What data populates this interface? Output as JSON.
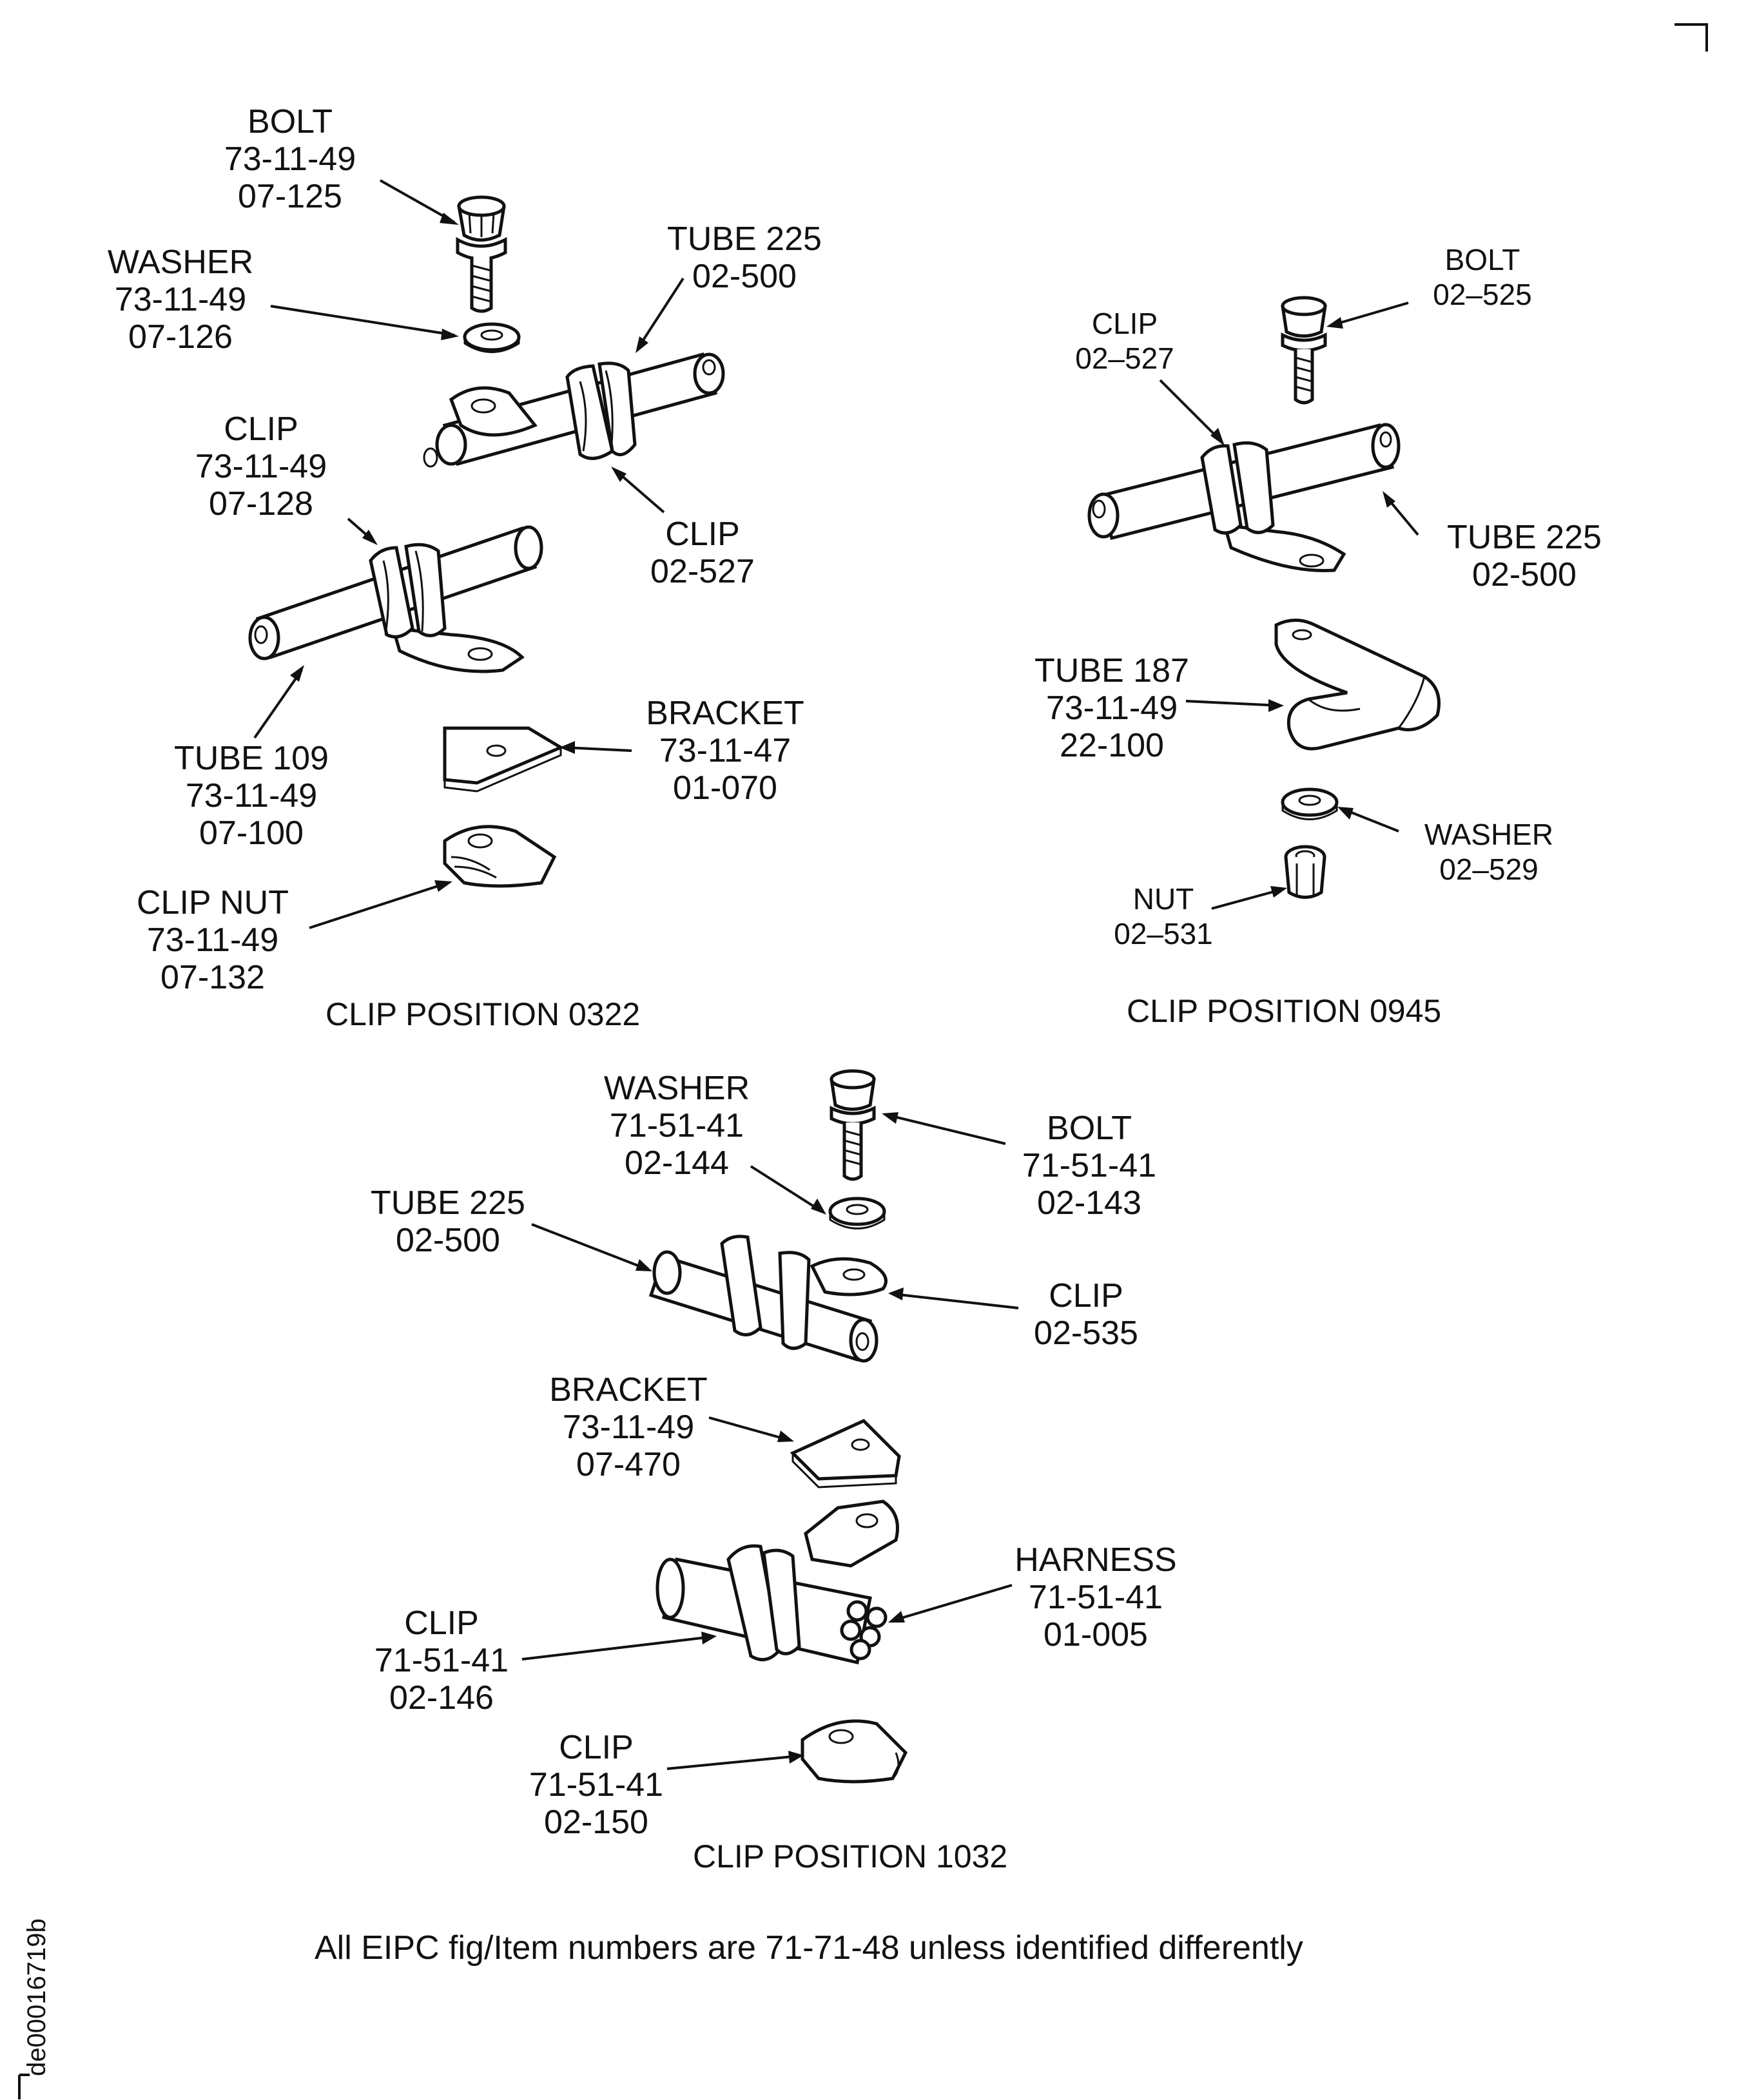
{
  "positions": {
    "p0322": {
      "title": "CLIP POSITION 0322",
      "bolt": [
        "BOLT",
        "73-11-49",
        "07-125"
      ],
      "washer": [
        "WASHER",
        "73-11-49",
        "07-126"
      ],
      "tube225": [
        "TUBE 225",
        "02-500"
      ],
      "clip_a": [
        "CLIP",
        "73-11-49",
        "07-128"
      ],
      "clip_b": [
        "CLIP",
        "02-527"
      ],
      "tube109": [
        "TUBE 109",
        "73-11-49",
        "07-100"
      ],
      "bracket": [
        "BRACKET",
        "73-11-47",
        "01-070"
      ],
      "clipnut": [
        "CLIP NUT",
        "73-11-49",
        "07-132"
      ]
    },
    "p0945": {
      "title": "CLIP POSITION 0945",
      "bolt": [
        "BOLT",
        "02–525"
      ],
      "clip": [
        "CLIP",
        "02–527"
      ],
      "tube225": [
        "TUBE 225",
        "02-500"
      ],
      "tube187": [
        "TUBE 187",
        "73-11-49",
        "22-100"
      ],
      "washer": [
        "WASHER",
        "02–529"
      ],
      "nut": [
        "NUT",
        "02–531"
      ]
    },
    "p1032": {
      "title": "CLIP POSITION 1032",
      "washer": [
        "WASHER",
        "71-51-41",
        "02-144"
      ],
      "bolt": [
        "BOLT",
        "71-51-41",
        "02-143"
      ],
      "tube225": [
        "TUBE 225",
        "02-500"
      ],
      "clip_a": [
        "CLIP",
        "02-535"
      ],
      "bracket": [
        "BRACKET",
        "73-11-49",
        "07-470"
      ],
      "harness": [
        "HARNESS",
        "71-51-41",
        "01-005"
      ],
      "clip_b": [
        "CLIP",
        "71-51-41",
        "02-146"
      ],
      "clip_c": [
        "CLIP",
        "71-51-41",
        "02-150"
      ]
    }
  },
  "footnote": "All EIPC fig/Item numbers are 71-71-48  unless identified differently",
  "image_id": "de00016719b"
}
